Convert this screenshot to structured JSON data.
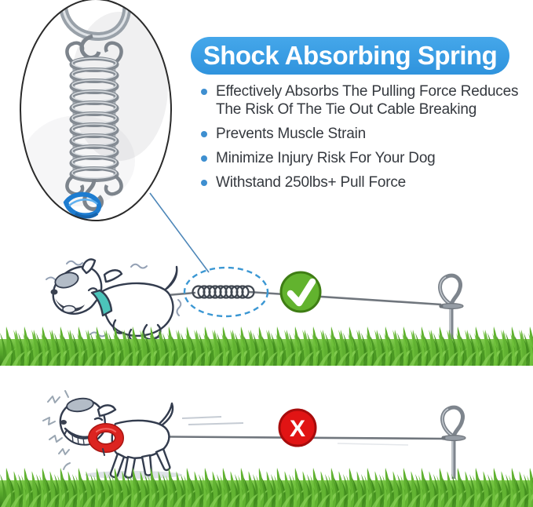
{
  "header": {
    "title": "Shock Absorbing Spring"
  },
  "benefits": [
    "Effectively Absorbs The Pulling Force Reduces The Risk Of The Tie Out Cable Breaking",
    "Prevents Muscle Strain",
    "Minimize Injury Risk For Your Dog",
    "Withstand 250lbs+ Pull Force"
  ],
  "callout": {
    "subject": "shock-absorbing-spring-closeup-photo"
  },
  "scenes": {
    "with_spring": {
      "mark": "check",
      "elements": [
        "running-dog",
        "tie-out-cable",
        "shock-absorbing-spring",
        "ground-stake",
        "grass"
      ]
    },
    "without_spring": {
      "mark": "cross",
      "x_label": "X",
      "elements": [
        "straining-dog",
        "taut-cable",
        "ground-stake",
        "grass"
      ]
    }
  },
  "colors": {
    "accent_blue": "#45a7ea",
    "accent_blue_deep": "#2f93dd",
    "title_text": "#ffffff",
    "bullet_dot": "#3e8fd0",
    "body_text": "#35393f",
    "check_green": "#62b32e",
    "check_ring": "#3e7d14",
    "x_red": "#e11414",
    "x_ring": "#a70c0c",
    "collar_teal": "#4cc4ba",
    "collar_red": "#d9201a",
    "glow_green": "#7deb7d",
    "grass_light": "#82cc50",
    "grass_mid": "#5aab2d",
    "grass_dark": "#3a7f1a",
    "cable_gray": "#70767d",
    "ink_outline": "#333c4e",
    "callout_blue": "#3b97d3",
    "rope_blue": "#1d7cd0",
    "metal_gray": "#848b93"
  }
}
